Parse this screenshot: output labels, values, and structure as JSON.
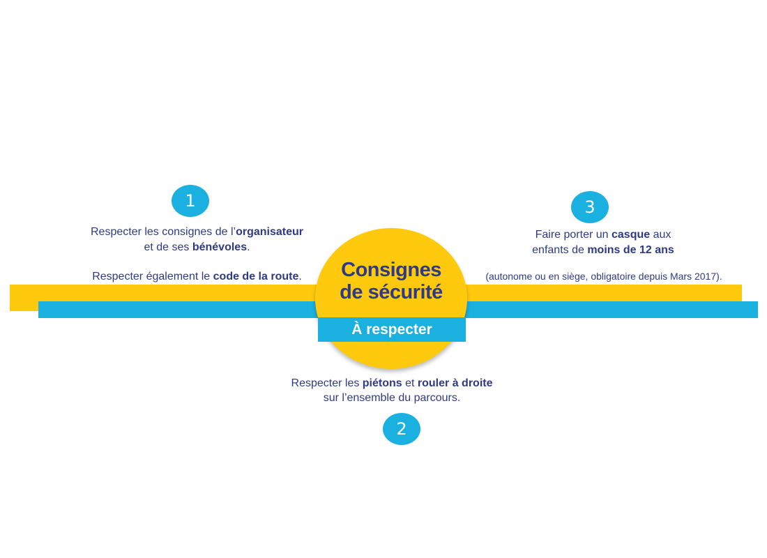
{
  "colors": {
    "yellow": "#ffc90e",
    "blue": "#1ab0df",
    "navy": "#2e3a87",
    "white": "#ffffff"
  },
  "center": {
    "title_line1": "Consignes",
    "title_line2": "de sécurité",
    "banner": "À respecter"
  },
  "item1": {
    "number": "1",
    "line1_pre": "Respecter les consignes de l’",
    "line1_bold": "organisateur",
    "line2_pre": "et de ses ",
    "line2_bold": "bénévoles",
    "line2_post": ".",
    "line3_pre": "Respecter également le ",
    "line3_bold": "code de la route",
    "line3_post": "."
  },
  "item2": {
    "number": "2",
    "line1_pre": "Respecter les ",
    "line1_bold1": "piétons",
    "line1_mid": " et ",
    "line1_bold2": "rouler à droite",
    "line2": "sur l’ensemble du parcours."
  },
  "item3": {
    "number": "3",
    "line1_pre": "Faire porter un ",
    "line1_bold": "casque",
    "line1_post": " aux",
    "line2_pre": "enfants de ",
    "line2_bold": "moins de 12 ans",
    "line3": "(autonome ou en siège, obligatoire depuis Mars 2017)."
  }
}
